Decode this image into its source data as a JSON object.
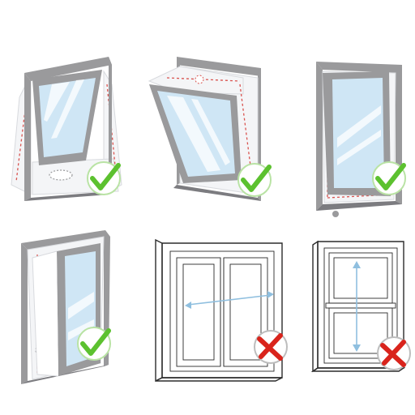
{
  "panels": [
    {
      "id": "top-hinged-window",
      "suitable": true,
      "badge": "check-icon"
    },
    {
      "id": "bottom-hinged-window",
      "suitable": true,
      "badge": "check-icon"
    },
    {
      "id": "side-hinged-open-window",
      "suitable": true,
      "badge": "check-icon"
    },
    {
      "id": "side-hinged-window",
      "suitable": true,
      "badge": "check-icon"
    },
    {
      "id": "sliding-window",
      "suitable": false,
      "badge": "cross-icon"
    },
    {
      "id": "sash-window",
      "suitable": false,
      "badge": "cross-icon"
    }
  ],
  "colors": {
    "check": "#5cc12f",
    "cross": "#d9241c",
    "badge_ring": "#b9e3a4",
    "badge_ring_bad": "#bdbdbd",
    "frame": "#9a9a9c",
    "glass": "#cfe6f5",
    "seam": "#d9534f"
  }
}
